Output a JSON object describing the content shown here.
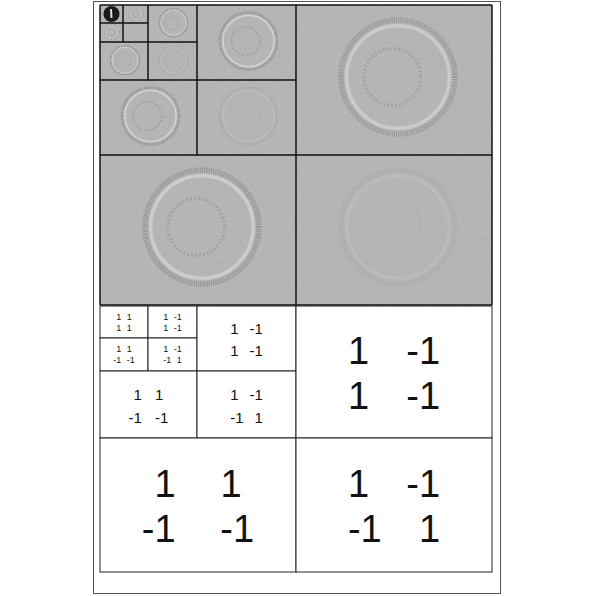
{
  "diagram": {
    "labels": [
      "1 1",
      "1 1",
      "1 -1",
      "1 -1",
      "1 1",
      "-1 -1",
      "1 -1",
      "-1 1",
      "1 -1",
      "1 -1",
      "1 1",
      "-1 -1",
      "1 -1",
      "-1 1",
      "1 -1",
      "1 -1",
      "1 1",
      "-1 -1",
      "1 -1",
      "-1 1"
    ]
  }
}
